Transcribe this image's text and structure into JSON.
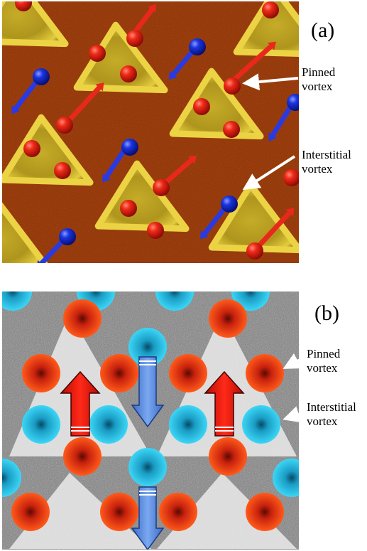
{
  "panel_a": {
    "label": "(a)",
    "annotations": {
      "pinned": [
        "Pinned",
        "vortex"
      ],
      "interstitial": [
        "Interstitial",
        "vortex"
      ]
    }
  },
  "panel_b": {
    "label": "(b)",
    "annotations": {
      "pinned": [
        "Pinned",
        "vortex"
      ],
      "interstitial": [
        "Interstitial",
        "vortex"
      ]
    }
  },
  "colors": {
    "pinned_vortex": "#e8331c",
    "interstitial_vortex_a": "#1830d0",
    "interstitial_vortex_b": "#2ec2e6",
    "pinned_arrow": "#e31e12",
    "interstitial_arrow_b": "#5b8fe0",
    "background_a": "#8e2e08",
    "pin_site_a": "#d8bc26"
  }
}
